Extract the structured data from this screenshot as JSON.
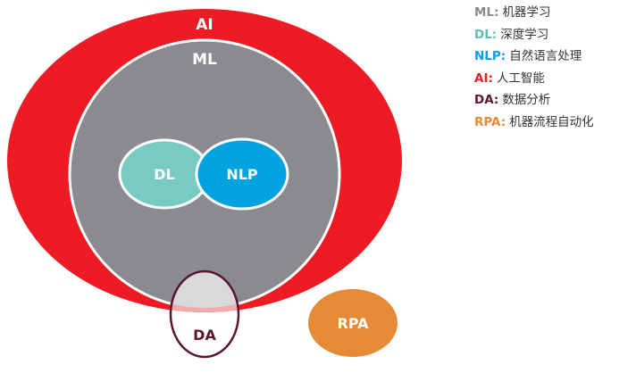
{
  "diagram": {
    "labels": {
      "ai": "AI",
      "ml": "ML",
      "dl": "DL",
      "nlp": "NLP",
      "da": "DA",
      "rpa": "RPA"
    },
    "colors": {
      "ai": "#ed1c24",
      "ml": "#898b8e",
      "dl": "#78cac4",
      "nlp": "#00a3e0",
      "da_outline": "#5b1530",
      "rpa": "#e58a35",
      "label": "#ffffff",
      "da_label": "#5b1530"
    }
  },
  "legend": {
    "items": [
      {
        "abbr": "ML:",
        "desc": "机器学习",
        "color": "#898b8e"
      },
      {
        "abbr": "DL:",
        "desc": "深度学习",
        "color": "#5fbcb6"
      },
      {
        "abbr": "NLP:",
        "desc": "自然语言处理",
        "color": "#00a3e0"
      },
      {
        "abbr": "AI:",
        "desc": "人工智能",
        "color": "#ed1c24"
      },
      {
        "abbr": "DA:",
        "desc": "数据分析",
        "color": "#5b1530"
      },
      {
        "abbr": "RPA:",
        "desc": "机器流程自动化",
        "color": "#e58a35"
      }
    ]
  }
}
